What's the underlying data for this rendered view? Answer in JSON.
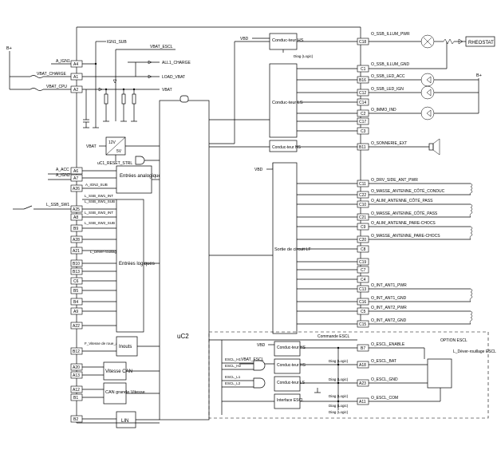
{
  "supply": {
    "bplus_left": "B+",
    "bplus_right": "B+",
    "vbat_reg": "VBAT"
  },
  "top_labels": {
    "ign1_sub": "IGN1_SUB",
    "vbat_escl": "VBAT_ESCL",
    "all1_charge": "ALL1_CHARGE",
    "load_vbat": "LOAD_VBAT",
    "vbat": "VBAT",
    "vbd_top": "VBD",
    "vbd_mid": "VBD",
    "vbd_escl": "VBD",
    "diag_logic_top": "Diag (Logic)"
  },
  "reg": {
    "v12": "12V",
    "v5": "5V"
  },
  "reset_label": "uC1_RESET_STRL",
  "mcu_label": "uC2",
  "inputs_left": [
    {
      "pin": "A4",
      "signal": "A_IGN1"
    },
    {
      "pin": "A1",
      "signal": "VBAT_CHARGE"
    },
    {
      "pin": "A2",
      "signal": "VBAT_CPU"
    },
    {
      "pin": "A6",
      "signal": "A_ACC"
    },
    {
      "pin": "A7",
      "signal": "A_IGN2"
    },
    {
      "pin": "A25",
      "signal": "L_SSB_SW1"
    }
  ],
  "left_pins": [
    "A26",
    "A8",
    "B9",
    "A28",
    "A21",
    "B10",
    "B13",
    "C6",
    "B5",
    "B4",
    "A9",
    "A22",
    "B12",
    "A20",
    "A13",
    "A12",
    "B1",
    "B2"
  ],
  "internal_labels": {
    "ign2_sub": "A_IGN2_SUB",
    "ssb_sw1_int": "L_SSB_SW1_INT",
    "ssb_sw1_sub": "L_SSB_SW1_SUB",
    "ssb_sw2_int": "L_SSB_SW2_INT",
    "ssb_sw2_sub": "L_SSB_SW2_SUB",
    "deverr": "L_Déver-rouillage ESCL_aux",
    "vitesse_sec": "F_Vitesse de roue_auxiliaire"
  },
  "blocks": {
    "entrees_ana": "Entrées analogiques",
    "entrees_log": "Entrées logiques",
    "inouts": "Inouts",
    "vitesse_can": "Vitesse CAN",
    "can_gv": "CAN grande Vitesse",
    "lin": "LIN",
    "cond_hs_top": "Conduc-teur HS",
    "cond_ls": "Conduc-teur LS",
    "cond_hs_mid": "Conduc-teur HS",
    "sortie_lf": "Sortie de circuit LF",
    "escl_hs1": "Conduc-teur HS",
    "escl_hs2": "Conduc-teur HS",
    "escl_ls": "Conduc-teur LS",
    "escl_iface": "Interface ESCL"
  },
  "right_pins": [
    {
      "pin": "C18",
      "signal": "O_SSB_ILLUM_PWR"
    },
    {
      "pin": "C1",
      "signal": "O_SSB_ILLUM_GND"
    },
    {
      "pin": "B16",
      "signal": "O_SSB_LED_ACC"
    },
    {
      "pin": "C12",
      "signal": "O_SSB_LED_IGN"
    },
    {
      "pin": "C14",
      "signal": ""
    },
    {
      "pin": "C2",
      "signal": "O_IMMO_IND"
    },
    {
      "pin": "C17",
      "signal": ""
    },
    {
      "pin": "C3",
      "signal": ""
    },
    {
      "pin": "B11",
      "signal": "O_SONNERIE_EXT"
    },
    {
      "pin": "C11",
      "signal": "O_DRV_SIDE_ANT_PWR"
    },
    {
      "pin": "C22",
      "signal": "O_MASSE_ANTENNE_CÔTÉ_CONDUC"
    },
    {
      "pin": "C10",
      "signal": "O_ALIM_ANTENNE_CÔTÉ_PASS"
    },
    {
      "pin": "C21",
      "signal": "O_MASSE_ANTENNE_CÔTÉ_PASS"
    },
    {
      "pin": "C9",
      "signal": "O_ALIM_ANTENNE_PARE-CHOCS"
    },
    {
      "pin": "C20",
      "signal": "O_MASSE_ANTENNE_PARE-CHOCS"
    },
    {
      "pin": "C8",
      "signal": ""
    },
    {
      "pin": "C19",
      "signal": ""
    },
    {
      "pin": "C7",
      "signal": ""
    },
    {
      "pin": "C4",
      "signal": ""
    },
    {
      "pin": "C13",
      "signal": "O_INT_ANT1_PWR"
    },
    {
      "pin": "C16",
      "signal": "O_INT_ANT1_GND"
    },
    {
      "pin": "C5",
      "signal": "O_INT_ANT2_PWR"
    },
    {
      "pin": "C15",
      "signal": "O_INT_ANT2_GND"
    }
  ],
  "rheostat": "RHEOSTAT",
  "escl": {
    "option": "OPTION ESCL",
    "commande": "Commande ESCL",
    "vbat_escl": "VBAT_ESCL",
    "sig_h1": "ESCL_H1",
    "sig_h2": "ESCL_H2",
    "sig_l1": "ESCL_L1",
    "sig_l2": "ESCL_L2",
    "diag1": "Diag (Logic)",
    "diag2": "Diag (Logic)",
    "diag3": "Diag (Logic)",
    "diag4": "Diag (Logic)",
    "diag5": "Diag (Logic)",
    "pins": [
      {
        "pin": "B7",
        "signal": "O_ESCL_ENABLE"
      },
      {
        "pin": "A18",
        "signal": "O_ESCL_BAT"
      },
      {
        "pin": "A23",
        "signal": "O_ESCL_GND"
      },
      {
        "pin": "A11",
        "signal": "O_ESCL_COM"
      }
    ],
    "module": "L_Déver-rouillage ESCL"
  },
  "colors": {
    "ink": "#000000",
    "paper": "#ffffff"
  }
}
